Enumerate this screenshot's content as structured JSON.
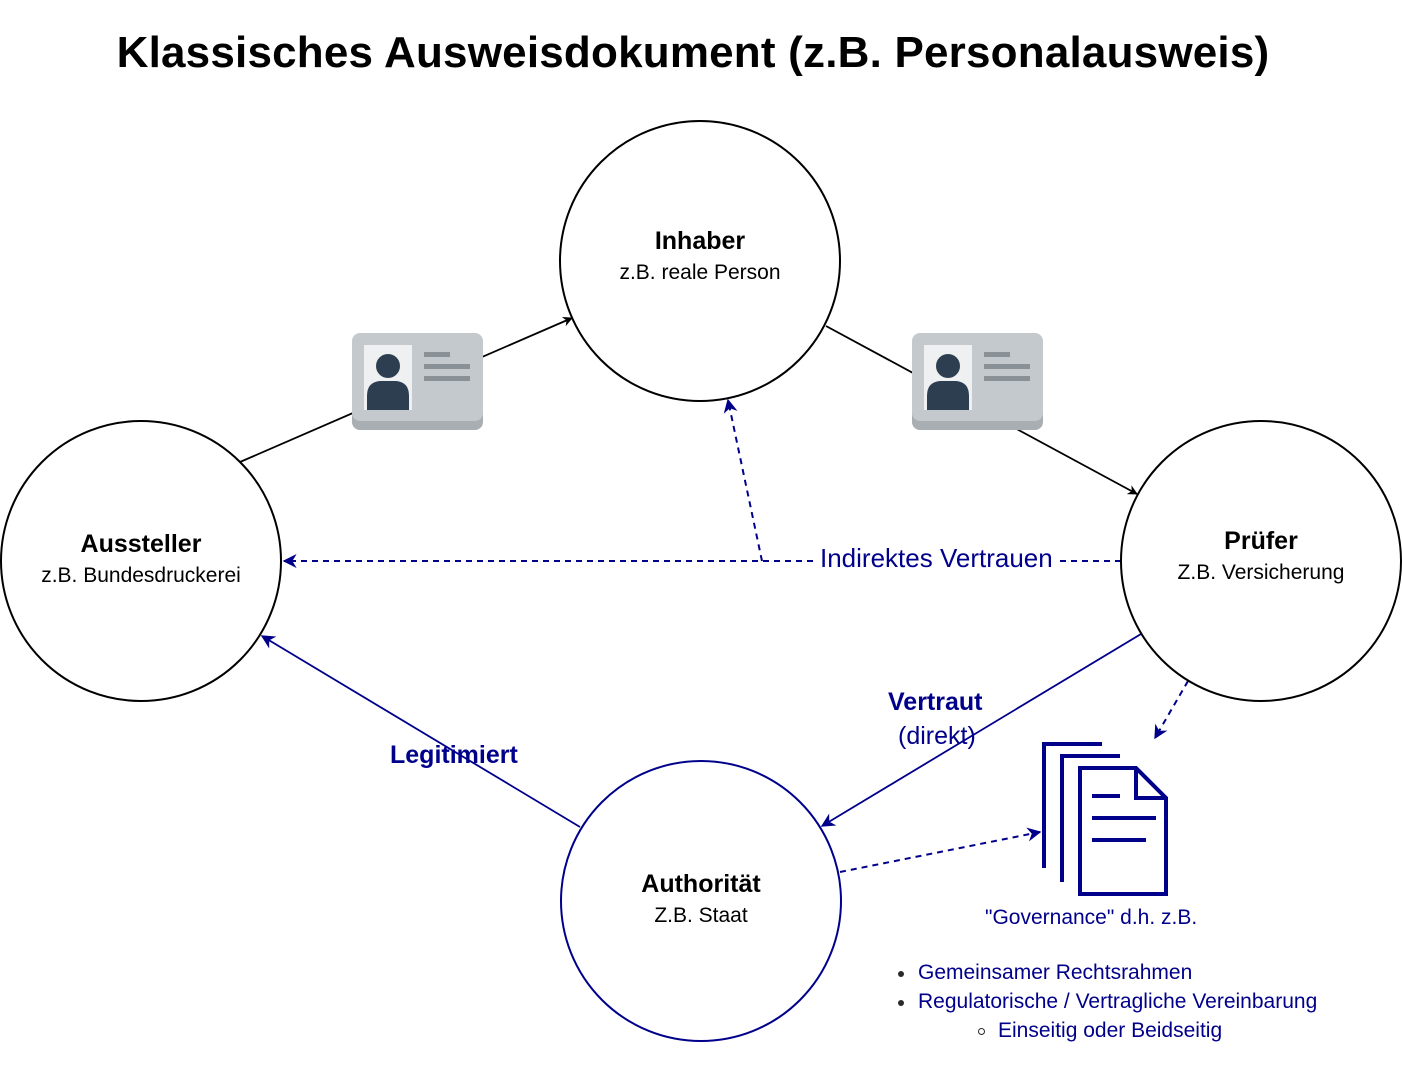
{
  "title": "Klassisches Ausweisdokument (z.B. Personalausweis)",
  "nodes": {
    "inhaber": {
      "name": "Inhaber",
      "sub": "z.B. reale Person"
    },
    "aussteller": {
      "name": "Aussteller",
      "sub": "z.B. Bundesdruckerei"
    },
    "pruefer": {
      "name": "Prüfer",
      "sub": "Z.B. Versicherung"
    },
    "authoritaet": {
      "name": "Authorität",
      "sub": "Z.B. Staat"
    }
  },
  "edges": {
    "indirekt": "Indirektes Vertrauen",
    "legitimiert": "Legitimiert",
    "vertraut": "Vertraut",
    "vertraut_sub": "(direkt)"
  },
  "governance": {
    "caption": "\"Governance\" d.h. z.B.",
    "items": [
      "Gemeinsamer Rechtsrahmen",
      "Regulatorische / Vertragliche Vereinbarung"
    ],
    "subitems": [
      "Einseitig oder Beidseitig"
    ]
  },
  "icons": {
    "id_card_left": "id-card-icon",
    "id_card_right": "id-card-icon",
    "documents": "documents-icon"
  },
  "colors": {
    "blue": "#00008b",
    "black": "#000000",
    "card_bg": "#c4c9cd",
    "card_shadow": "#a8aeb2",
    "card_dark": "#2d3e50",
    "card_lines": "#8a9196"
  }
}
